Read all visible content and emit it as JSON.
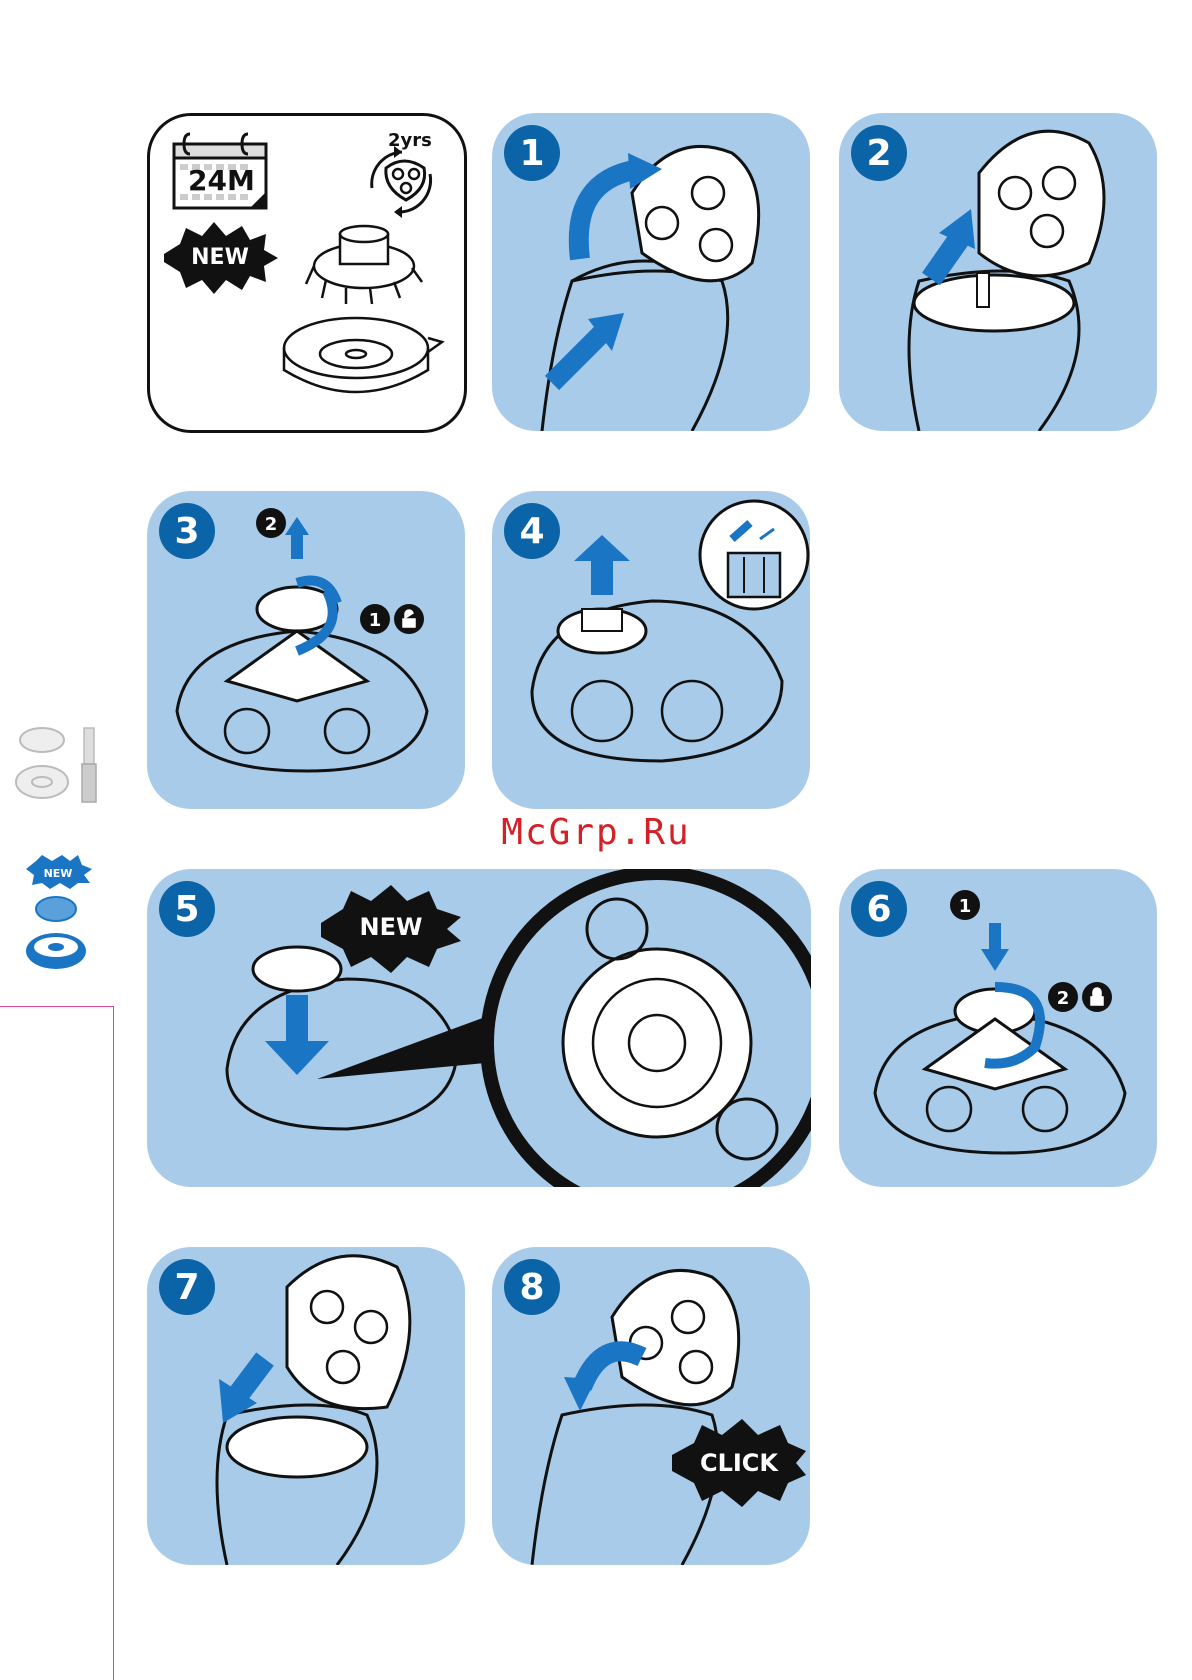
{
  "intro": {
    "calendar_label": "24M",
    "cycle_label": "2yrs",
    "new_badge": "NEW"
  },
  "steps": [
    {
      "number": "1"
    },
    {
      "number": "2"
    },
    {
      "number": "3",
      "sub_labels": [
        "2",
        "1"
      ]
    },
    {
      "number": "4"
    },
    {
      "number": "5",
      "new_badge": "NEW"
    },
    {
      "number": "6",
      "sub_labels": [
        "1",
        "2"
      ]
    },
    {
      "number": "7"
    },
    {
      "number": "8",
      "click_badge": "CLICK"
    }
  ],
  "watermark": "McGrp.Ru",
  "sidebar": {
    "new_badge": "NEW"
  },
  "colors": {
    "panel_bg": "#a9cbea",
    "step_badge": "#0b64a8",
    "arrow": "#1a76c4",
    "watermark": "#d42027",
    "guide_line": "#e0488e"
  }
}
